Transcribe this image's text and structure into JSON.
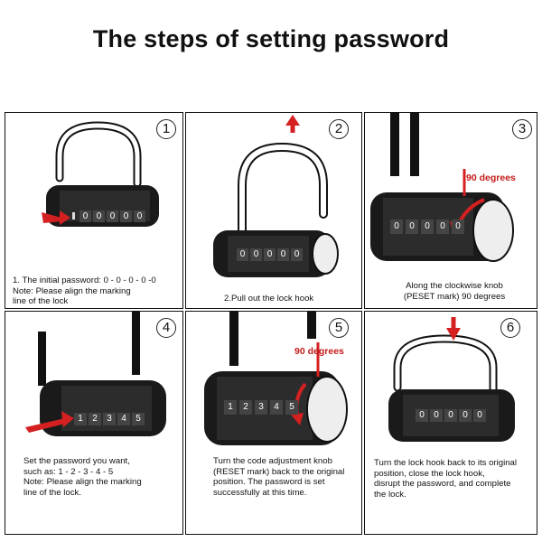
{
  "title": "The steps of setting password",
  "steps": [
    {
      "number": "1",
      "caption": "1. The initial password: 0 - 0 - 0 - 0 -0\nNote: Please align the marking\n         line of the lock",
      "dials": [
        "0",
        "0",
        "0",
        "0",
        "0"
      ]
    },
    {
      "number": "2",
      "caption": "2.Pull out the lock hook",
      "dials": [
        "0",
        "0",
        "0",
        "0",
        "0"
      ]
    },
    {
      "number": "3",
      "caption": "Along the clockwise knob\n(PESET mark) 90 degrees",
      "annotation": "90 degrees",
      "dials": [
        "0",
        "0",
        "0",
        "0",
        "0"
      ]
    },
    {
      "number": "4",
      "caption": "Set the password you want,\nsuch as: 1 - 2 - 3 - 4 - 5\nNote: Please align the marking\n         line of the lock.",
      "dials": [
        "1",
        "2",
        "3",
        "4",
        "5"
      ]
    },
    {
      "number": "5",
      "caption": "Turn the code adjustment knob\n(RESET mark) back to the original\nposition. The password is set\nsuccessfully at this time.",
      "annotation": "90 degrees",
      "dials": [
        "1",
        "2",
        "3",
        "4",
        "5"
      ]
    },
    {
      "number": "6",
      "caption": "Turn the lock hook back to its original\nposition, close the lock hook,\ndisrupt the password, and complete\nthe lock.",
      "dials": [
        "0",
        "0",
        "0",
        "0",
        "0"
      ]
    }
  ],
  "colors": {
    "arrow": "#d42020",
    "ink": "#111111"
  }
}
